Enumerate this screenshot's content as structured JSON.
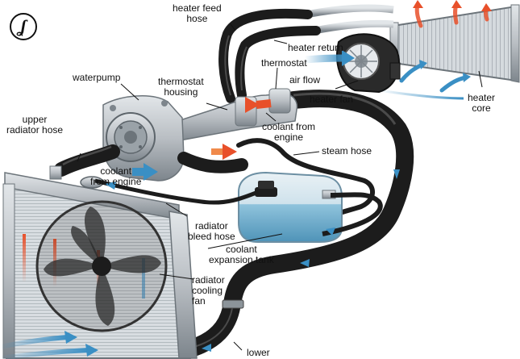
{
  "logo": {
    "glyph": "ʆ"
  },
  "labels": {
    "heater_feed_hose": [
      "heater feed",
      "hose"
    ],
    "heater_return": "heater return",
    "thermostat": "thermostat",
    "air_flow": "air flow",
    "heater_fan": "heater fan",
    "heater_core": [
      "heater",
      "core"
    ],
    "waterpump": "waterpump",
    "thermostat_housing": [
      "thermostat",
      "housing"
    ],
    "upper_radiator_hose": [
      "upper",
      "radiator hose"
    ],
    "coolant_from_engine_top": [
      "coolant from",
      "engine"
    ],
    "steam_hose": "steam hose",
    "coolant_from_engine_bottom": [
      "coolant",
      "from engine"
    ],
    "radiator_bleed_hose": [
      "radiator",
      "bleed hose"
    ],
    "coolant_expansion_tank": [
      "coolant",
      "expansion tank"
    ],
    "radiator_cooling_fan": [
      "radiator",
      "cooling",
      "fan"
    ],
    "lower": "lower"
  },
  "colors": {
    "hose": "#1c1c1c",
    "hose_highlight": "#4a4a4a",
    "metal": "#b9bec3",
    "metal_dark": "#7d858c",
    "radiator": "#cdd3d8",
    "tank_fluid": "#8fc3dc",
    "flow_blue": "#3a8fc4",
    "flow_hot": "#e8502a",
    "flow_warm": "#f08a4b"
  }
}
